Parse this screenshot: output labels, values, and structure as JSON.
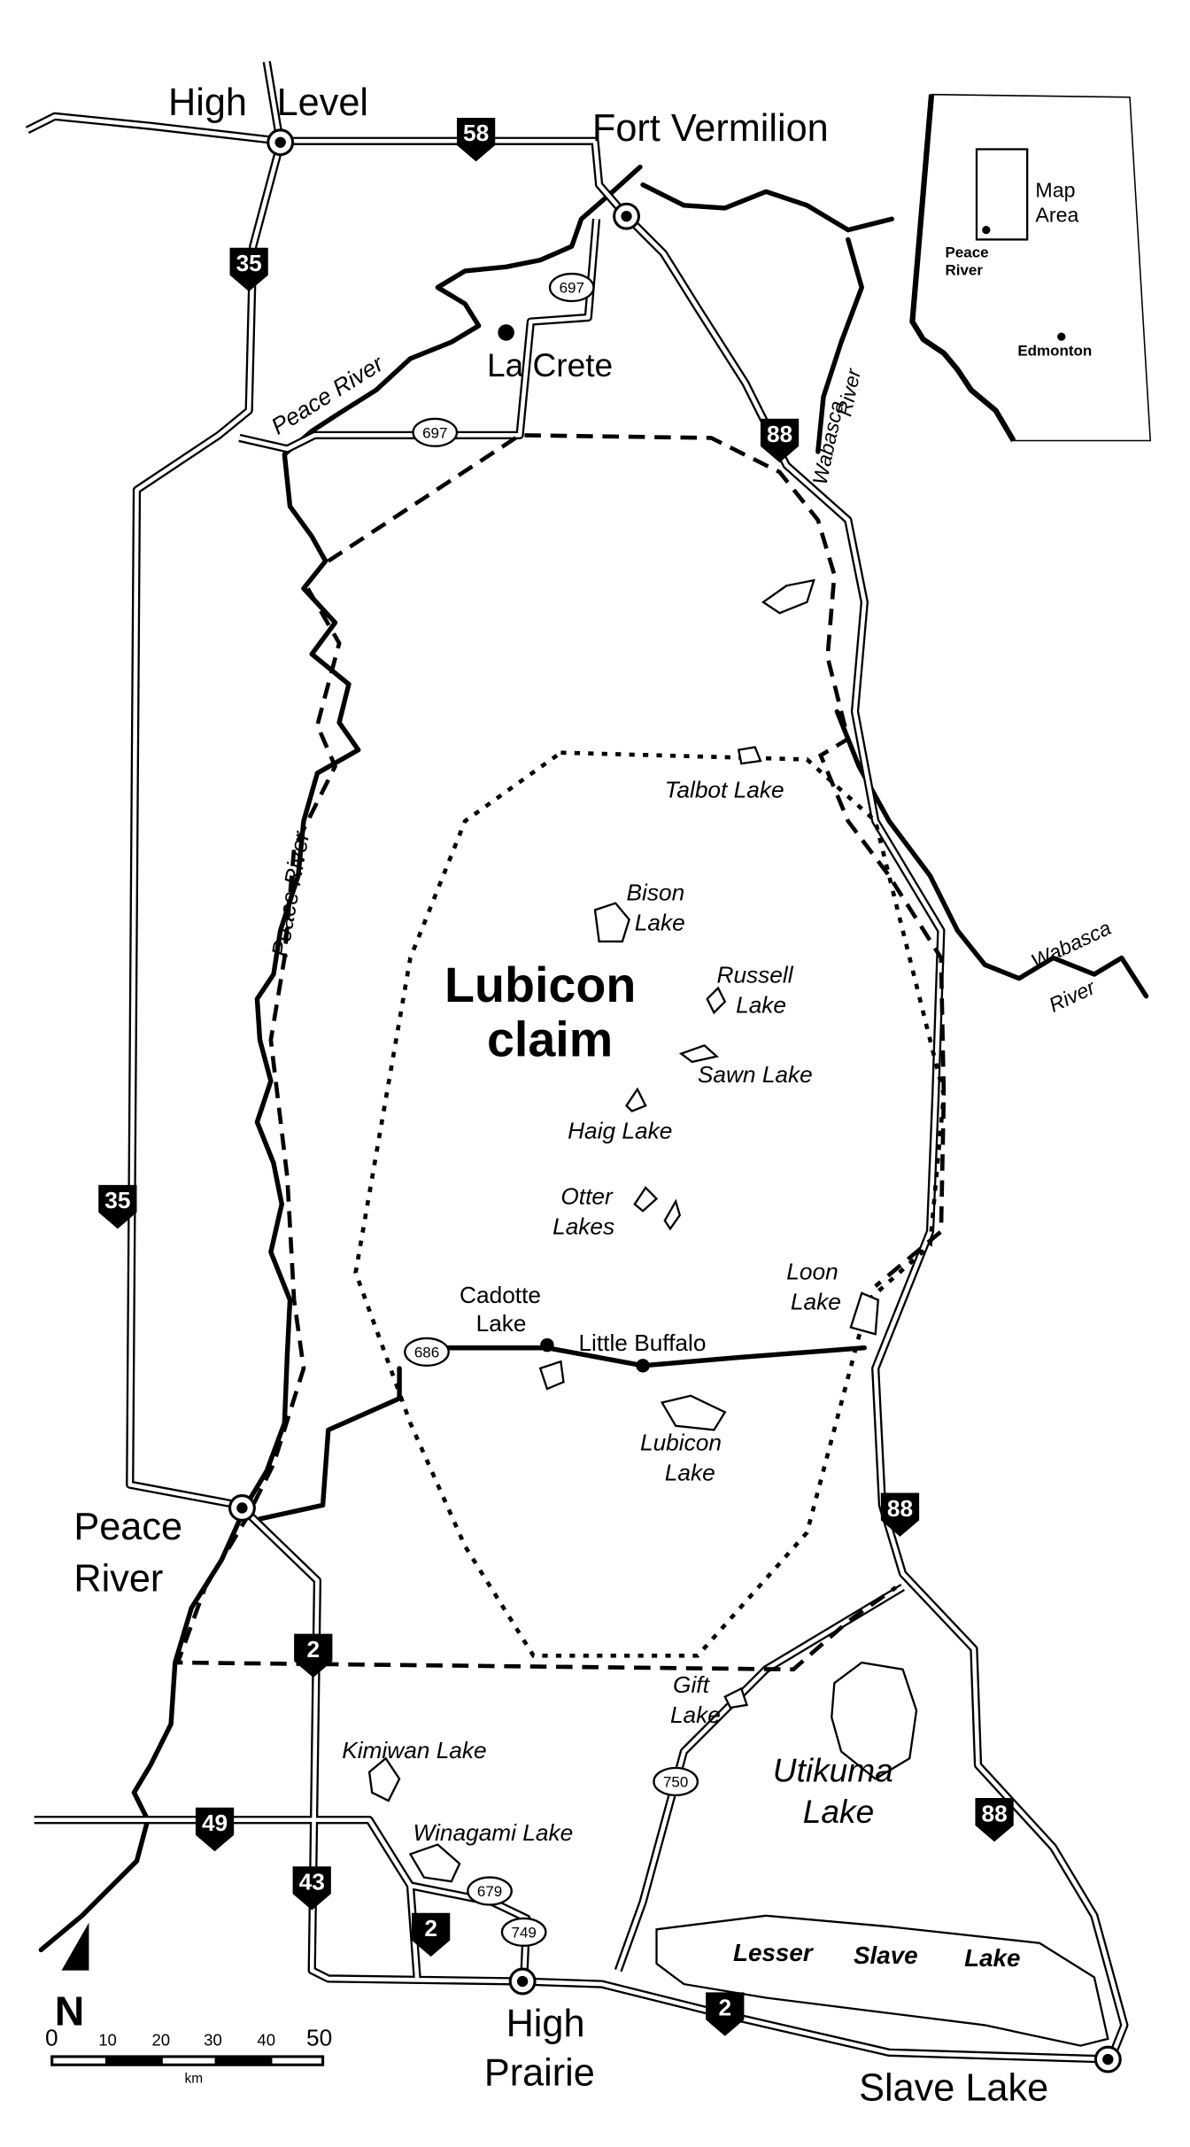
{
  "towns": {
    "high_level": "High Level",
    "fort_vermilion": "Fort Vermilion",
    "la_crete": "La Crete",
    "peace_river_1": "Peace",
    "peace_river_2": "River",
    "high_prairie_1": "High",
    "high_prairie_2": "Prairie",
    "slave_lake": "Slave Lake",
    "cadotte_1": "Cadotte",
    "cadotte_2": "Lake",
    "little_buffalo": "Little Buffalo"
  },
  "rivers": {
    "peace_north": "Peace River",
    "peace_mid": "Peace River",
    "wabasca_north_1": "Wabasca",
    "wabasca_north_2": "River",
    "wabasca_east_1": "Wabasca",
    "wabasca_east_2": "River"
  },
  "lakes": {
    "talbot": "Talbot Lake",
    "bison_1": "Bison",
    "bison_2": "Lake",
    "russell_1": "Russell",
    "russell_2": "Lake",
    "sawn": "Sawn Lake",
    "haig": "Haig Lake",
    "otter_1": "Otter",
    "otter_2": "Lakes",
    "loon_1": "Loon",
    "loon_2": "Lake",
    "lubicon_1": "Lubicon",
    "lubicon_2": "Lake",
    "gift_1": "Gift",
    "gift_2": "Lake",
    "utikuma_1": "Utikuma",
    "utikuma_2": "Lake",
    "kimiwan": "Kimiwan Lake",
    "winagami": "Winagami Lake",
    "lesser_1": "Lesser",
    "lesser_2": "Slave",
    "lesser_3": "Lake"
  },
  "claim": {
    "line1": "Lubicon",
    "line2": "claim"
  },
  "highway_shields": [
    "58",
    "35",
    "88",
    "35",
    "88",
    "2",
    "49",
    "43",
    "2",
    "88",
    "2"
  ],
  "secondary_roads": [
    "697",
    "697",
    "686",
    "750",
    "679",
    "749"
  ],
  "inset": {
    "map_area_1": "Map",
    "map_area_2": "Area",
    "peace_1": "Peace",
    "peace_2": "River",
    "edmonton": "Edmonton"
  },
  "north_arrow": "N",
  "scale": {
    "ticks": [
      "0",
      "10",
      "20",
      "30",
      "40",
      "50"
    ],
    "unit": "km"
  }
}
